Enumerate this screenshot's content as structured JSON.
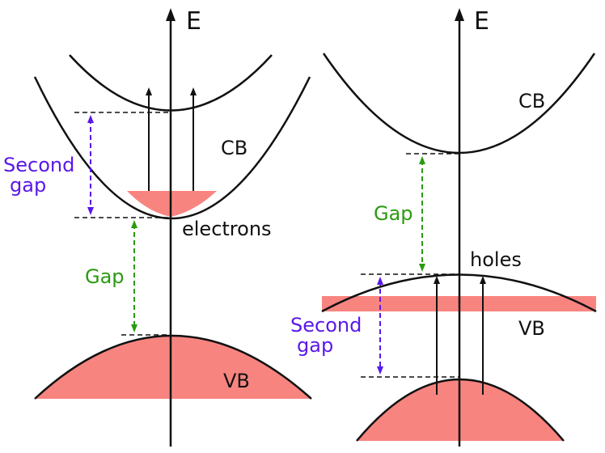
{
  "left_panel": {
    "axis_label": "E",
    "cb_label": "CB",
    "vb_label": "VB",
    "carrier_label": "electrons",
    "gap_label": "Gap",
    "second_gap_label_line1": "Second",
    "second_gap_label_line2": "gap"
  },
  "right_panel": {
    "axis_label": "E",
    "cb_label": "CB",
    "vb_label": "VB",
    "carrier_label": "holes",
    "gap_label": "Gap",
    "second_gap_label_line1": "Second",
    "second_gap_label_line2": "gap"
  },
  "colors": {
    "band_fill": "#f88480",
    "gap_arrow": "#2a9a10",
    "second_gap_arrow": "#5a18e8",
    "line": "#111111"
  }
}
